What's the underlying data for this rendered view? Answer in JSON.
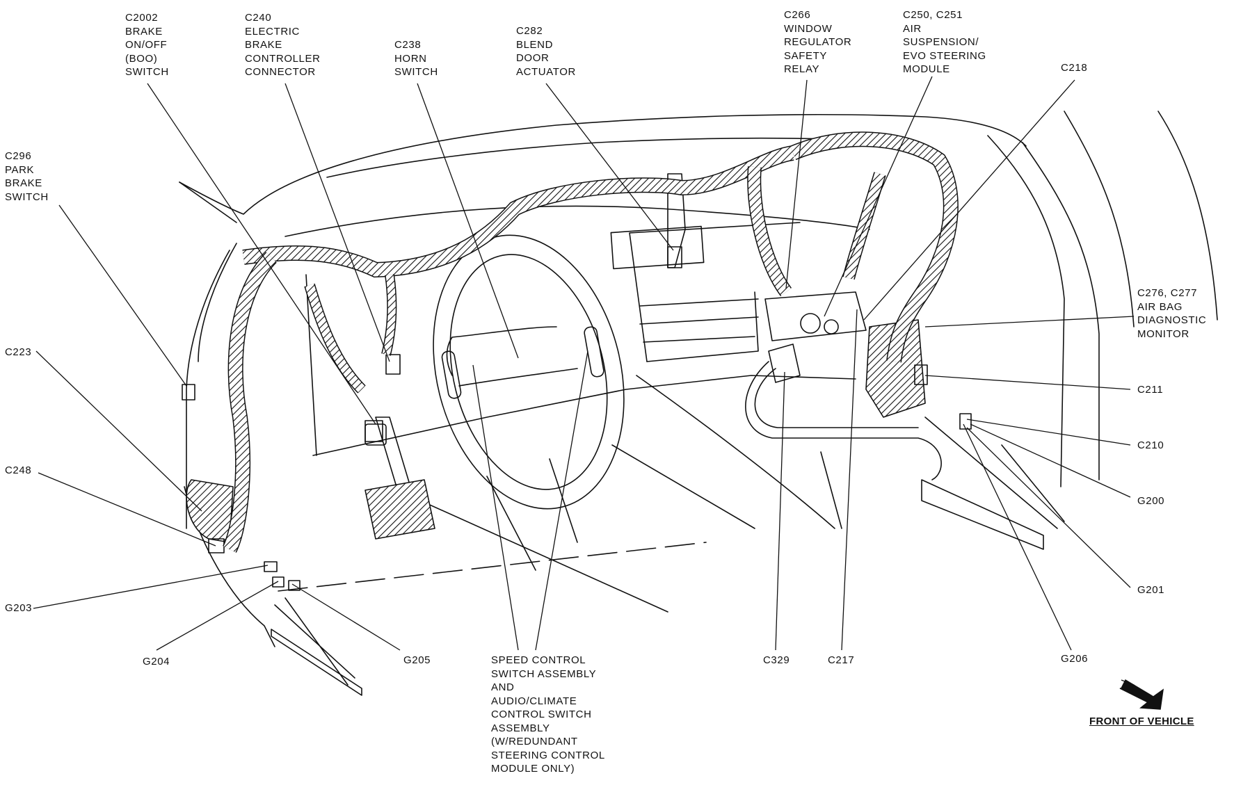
{
  "callouts": [
    {
      "id": "c2002",
      "text": "C2002\nBRAKE\nON/OFF\n(BOO)\nSWITCH"
    },
    {
      "id": "c240",
      "text": "C240\nELECTRIC\nBRAKE\nCONTROLLER\nCONNECTOR"
    },
    {
      "id": "c238",
      "text": "C238\nHORN\nSWITCH"
    },
    {
      "id": "c282",
      "text": "C282\nBLEND\nDOOR\nACTUATOR"
    },
    {
      "id": "c266",
      "text": "C266\nWINDOW\nREGULATOR\nSAFETY\nRELAY"
    },
    {
      "id": "c250",
      "text": "C250, C251\nAIR\nSUSPENSION/\nEVO STEERING\nMODULE"
    },
    {
      "id": "c218",
      "text": "C218"
    },
    {
      "id": "c296",
      "text": "C296\nPARK\nBRAKE\nSWITCH"
    },
    {
      "id": "c276",
      "text": "C276, C277\nAIR BAG\nDIAGNOSTIC\nMONITOR"
    },
    {
      "id": "c223",
      "text": "C223"
    },
    {
      "id": "c211",
      "text": "C211"
    },
    {
      "id": "c210",
      "text": "C210"
    },
    {
      "id": "c248",
      "text": "C248"
    },
    {
      "id": "g200",
      "text": "G200"
    },
    {
      "id": "g201",
      "text": "G201"
    },
    {
      "id": "g203",
      "text": "G203"
    },
    {
      "id": "g204",
      "text": "G204"
    },
    {
      "id": "g205",
      "text": "G205"
    },
    {
      "id": "speed",
      "text": "SPEED CONTROL\nSWITCH ASSEMBLY\nAND\nAUDIO/CLIMATE\nCONTROL SWITCH\nASSEMBLY\n(W/REDUNDANT\nSTEERING CONTROL\nMODULE ONLY)"
    },
    {
      "id": "c329",
      "text": "C329"
    },
    {
      "id": "c217",
      "text": "C217"
    },
    {
      "id": "g206",
      "text": "G206"
    }
  ],
  "orientation": {
    "label": "FRONT OF VEHICLE",
    "icon": "arrow-icon"
  }
}
